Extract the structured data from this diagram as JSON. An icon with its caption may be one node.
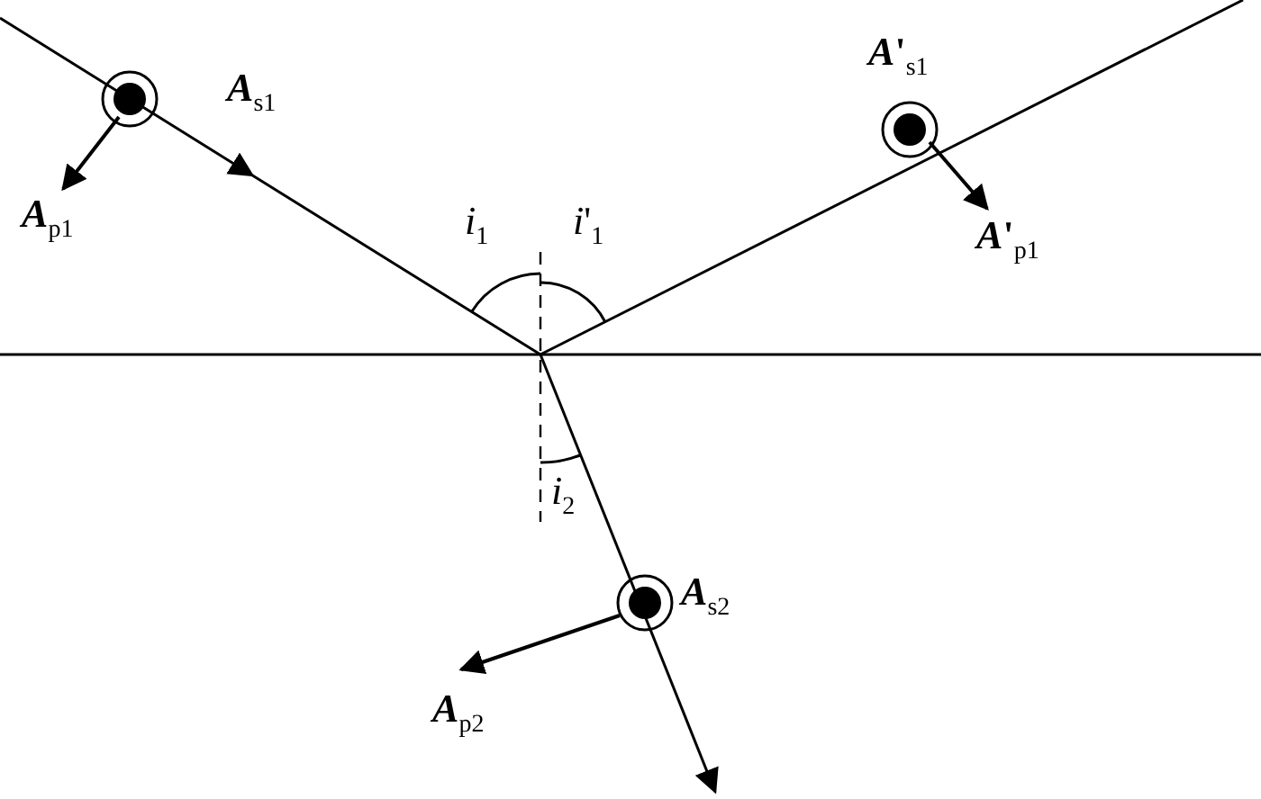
{
  "diagram": {
    "labels": [
      "*A*$_{s1}$",
      "*A*$_{p1}$",
      "*i*$_{1}$",
      "*i*'$_{1}$",
      "*A*'$_{s1}$",
      "*A*'$_{p1}$",
      "*i*$_{2}$",
      "*A*$_{s2}$",
      "*A*$_{p2}$"
    ]
  }
}
